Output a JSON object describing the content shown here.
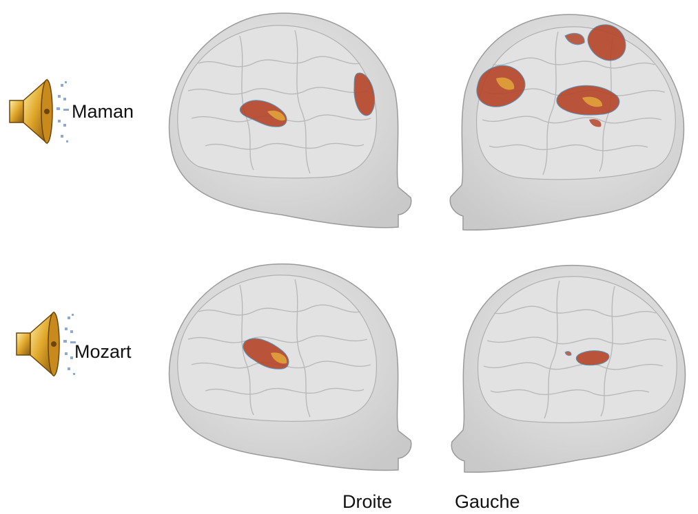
{
  "rows": [
    {
      "stimulus_label": "Maman",
      "icon": "speaker-icon"
    },
    {
      "stimulus_label": "Mozart",
      "icon": "speaker-icon"
    }
  ],
  "hemisphere_labels": {
    "right": "Droite",
    "left": "Gauche"
  },
  "colors": {
    "head": "#dcdcdc",
    "head_edge": "#9a9a9a",
    "activation_core": "#b5452a",
    "activation_edge": "#e0a23a",
    "activation_outline": "#4a8fb8",
    "speaker_gold": "#e0a72a"
  },
  "activations": {
    "maman_right": [
      "temporal",
      "frontal"
    ],
    "maman_left": [
      "frontal",
      "parietal",
      "temporal"
    ],
    "mozart_right": [
      "temporal"
    ],
    "mozart_left": [
      "temporal"
    ]
  }
}
